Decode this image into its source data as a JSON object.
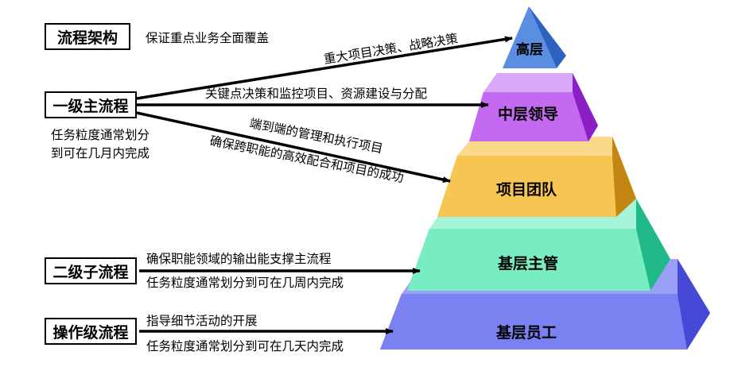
{
  "left": {
    "arch_label": "流程架构",
    "arch_desc": "保证重点业务全面覆盖",
    "main_label": "一级主流程",
    "main_desc_1": "任务粒度通常划分",
    "main_desc_2": "到可在几月内完成",
    "sub_label": "二级子流程",
    "sub_desc_1": "确保职能领域的输出能支撑主流程",
    "sub_desc_2": "任务粒度通常划分到可在几周内完成",
    "op_label": "操作级流程",
    "op_desc_1": "指导细节活动的开展",
    "op_desc_2": "任务粒度通常划分到可在几天内完成"
  },
  "arrows": {
    "top": "重大项目决策、战略决策",
    "middle": "关键点决策和监控项目、资源建设与分配",
    "lower_1": "端到端的管理和执行项目",
    "lower_2": "确保跨职能的高效配合和项目的成功"
  },
  "pyramid": {
    "levels": [
      {
        "label": "高层",
        "color": "#5a8ee0"
      },
      {
        "label": "中层领导",
        "color": "#b44ce8"
      },
      {
        "label": "项目团队",
        "color": "#f0b43c"
      },
      {
        "label": "基层主管",
        "color": "#4ed9a8"
      },
      {
        "label": "基层员工",
        "color": "#6f78ee"
      }
    ]
  }
}
